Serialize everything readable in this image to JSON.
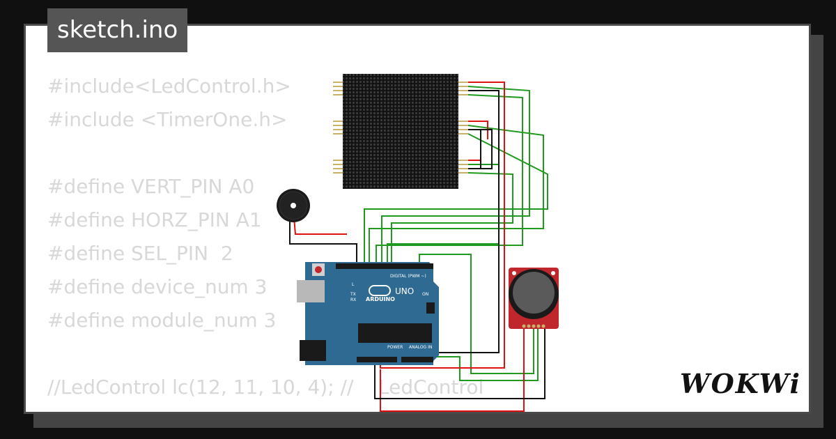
{
  "file_tab": {
    "label": "sketch.ino"
  },
  "code": {
    "lines": [
      "#include<LedControl.h>",
      "#include <TimerOne.h>",
      "",
      "#define VERT_PIN A0",
      "#define HORZ_PIN A1",
      "#define SEL_PIN  2",
      "#define device_num 3",
      "#define module_num 3",
      "",
      "//LedControl lc(12, 11, 10, 4); //    LedControl"
    ]
  },
  "arduino": {
    "brand": "ARDUINO",
    "model": "UNO",
    "digital_label": "DIGITAL (PWM ~)",
    "power_label": "POWER",
    "analog_label": "ANALOG IN",
    "on_label": "ON",
    "tx_label": "TX",
    "rx_label": "RX",
    "l_label": "L",
    "board_color": "#2f6a93"
  },
  "wire_colors": {
    "green": "#1f9a1f",
    "red": "#e01010",
    "black": "#111111"
  },
  "joystick": {
    "board_color": "#c0272d"
  },
  "logo": {
    "text": "WOKWi"
  }
}
